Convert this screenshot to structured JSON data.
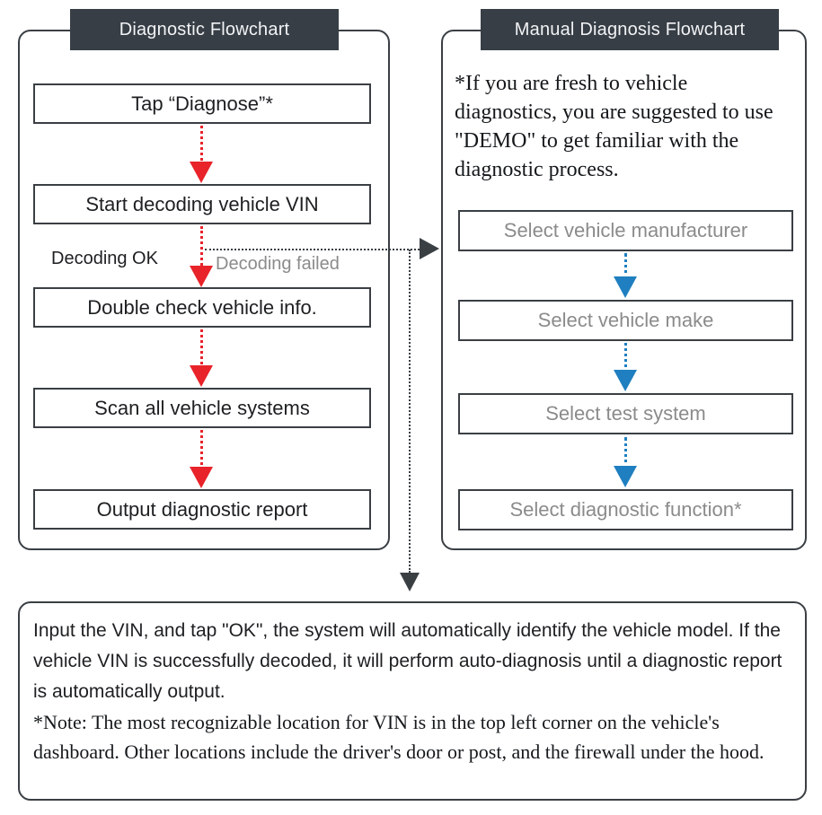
{
  "diagram": {
    "type": "flowchart",
    "panels": {
      "left": {
        "title": "Diagnostic Flowchart",
        "steps": [
          "Tap “Diagnose”*",
          "Start decoding vehicle VIN",
          "Double check vehicle info.",
          "Scan all vehicle systems",
          "Output diagnostic report"
        ],
        "edge_labels": {
          "ok": "Decoding OK",
          "failed": "Decoding failed"
        }
      },
      "right": {
        "title": "Manual Diagnosis Flowchart",
        "note": "*If you are fresh to vehicle diagnostics, you are suggested to use \"DEMO\" to get familiar with the diagnostic process.",
        "steps": [
          "Select vehicle manufacturer",
          "Select vehicle make",
          "Select test system",
          "Select diagnostic function*"
        ]
      },
      "bottom": {
        "paragraph": "Input the VIN, and tap \"OK\", the system will automatically identify the vehicle model. If the vehicle VIN is successfully decoded, it will perform auto-diagnosis until a diagnostic report is automatically output.",
        "note": "*Note: The most recognizable location for VIN is in the top left corner on the vehicle's dashboard. Other locations include the driver's door or post, and the firewall under the hood."
      }
    },
    "colors": {
      "header_bar": "#373e46",
      "border": "#3a3f44",
      "red_arrow": "#e8232a",
      "blue_arrow": "#1f7fc0",
      "muted_text": "#8b8b8b",
      "text": "#1d1f21",
      "background": "#ffffff"
    }
  }
}
